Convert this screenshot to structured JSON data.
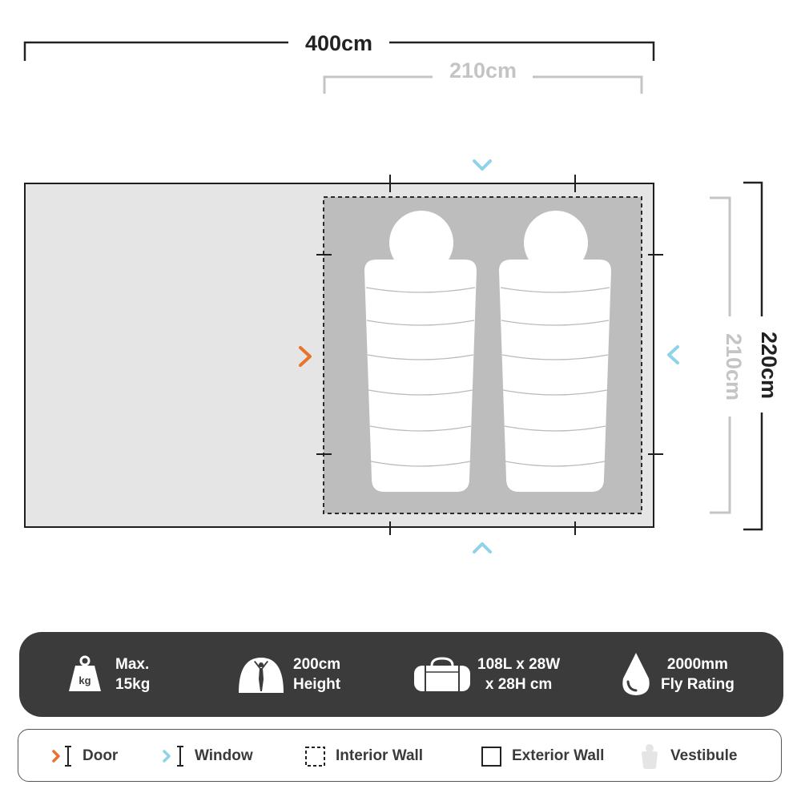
{
  "dimensions": {
    "overall_length": "400cm",
    "overall_width": "220cm",
    "inner_length": "210cm",
    "inner_width": "210cm"
  },
  "colors": {
    "door": "#e8732c",
    "window": "#8fd3e8",
    "vestibule_fill": "#e5e5e5",
    "inner_fill": "#bdbdbd",
    "spec_bar": "#3b3b3b"
  },
  "specs": [
    {
      "icon": "weight-icon",
      "line1": "Max.",
      "line2": "15kg"
    },
    {
      "icon": "tent-height-icon",
      "line1": "200cm",
      "line2": "Height"
    },
    {
      "icon": "duffel-bag-icon",
      "line1": "108L x 28W",
      "line2": "x 28H cm"
    },
    {
      "icon": "water-drop-icon",
      "line1": "2000mm",
      "line2": "Fly Rating"
    }
  ],
  "weight_icon_text": "kg",
  "legend": [
    {
      "icon": "door-icon",
      "label": "Door"
    },
    {
      "icon": "window-icon",
      "label": "Window"
    },
    {
      "icon": "interior-wall-icon",
      "label": "Interior Wall"
    },
    {
      "icon": "exterior-wall-icon",
      "label": "Exterior Wall"
    },
    {
      "icon": "vestibule-icon",
      "label": "Vestibule"
    }
  ]
}
